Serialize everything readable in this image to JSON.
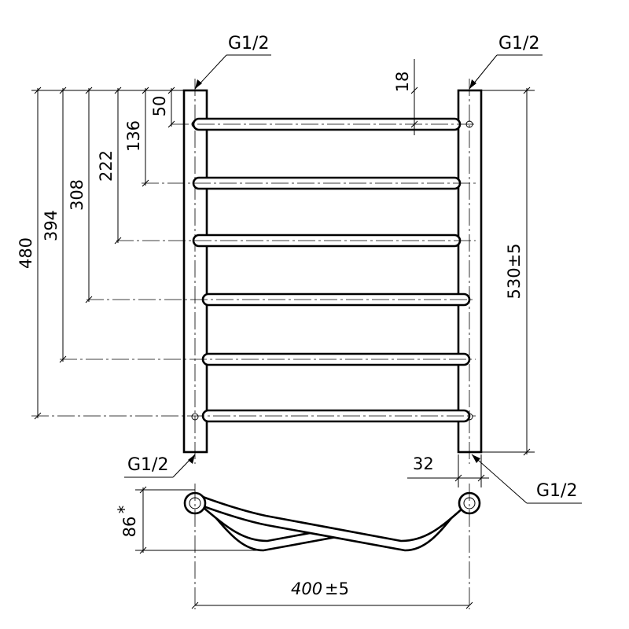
{
  "dimensions": {
    "d480": "480",
    "d394": "394",
    "d308": "308",
    "d222": "222",
    "d136": "136",
    "d50": "50",
    "d18": "18",
    "d530": "530±5",
    "d32": "32",
    "d86": "86",
    "d86_mark": "*",
    "d400": "400",
    "d400_tol": "±5"
  },
  "connections": {
    "top_left": "G1/2",
    "top_right": "G1/2",
    "bottom_left": "G1/2",
    "bottom_right": "G1/2"
  }
}
